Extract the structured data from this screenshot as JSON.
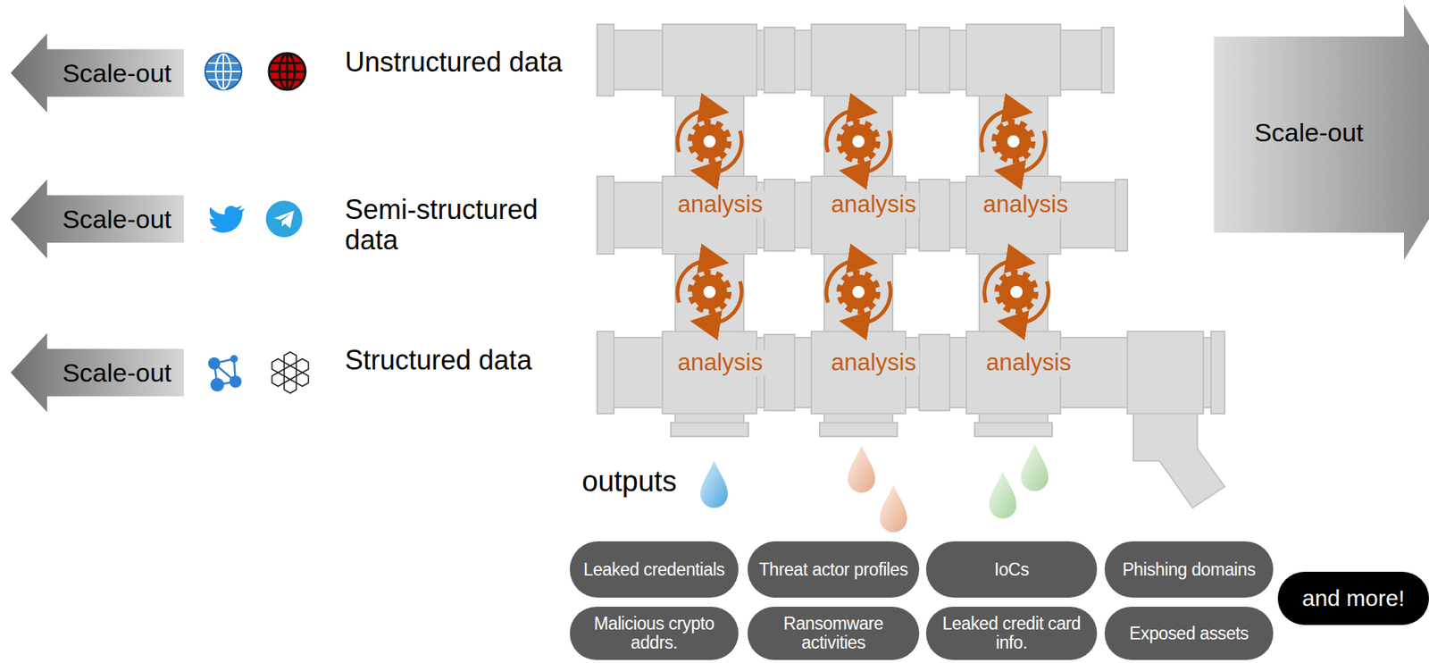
{
  "diagram": {
    "nodes": [
      {
        "text": [
          "Scale-out"
        ]
      },
      {
        "text": [
          "Scale-out"
        ]
      },
      {
        "text": [
          "Scale-out"
        ]
      },
      {
        "text": [
          "Scale-out"
        ]
      },
      {
        "text": [
          "Leaked credentials"
        ]
      },
      {
        "text": [
          "Threat actor profiles"
        ]
      },
      {
        "text": [
          "IoCs"
        ]
      },
      {
        "text": [
          "Phishing domains"
        ]
      },
      {
        "text": [
          "Malicious crypto addrs."
        ]
      },
      {
        "text": [
          "Ransomware activities"
        ]
      },
      {
        "text": [
          "Leaked credit card info."
        ]
      },
      {
        "text": [
          "Exposed assets"
        ]
      },
      {
        "text": [
          "and more!"
        ]
      }
    ],
    "labels": [
      "Unstructured data",
      "Semi-structured data",
      "Structured data",
      "analysis",
      "analysis",
      "analysis",
      "analysis",
      "analysis",
      "analysis",
      "outputs"
    ]
  }
}
